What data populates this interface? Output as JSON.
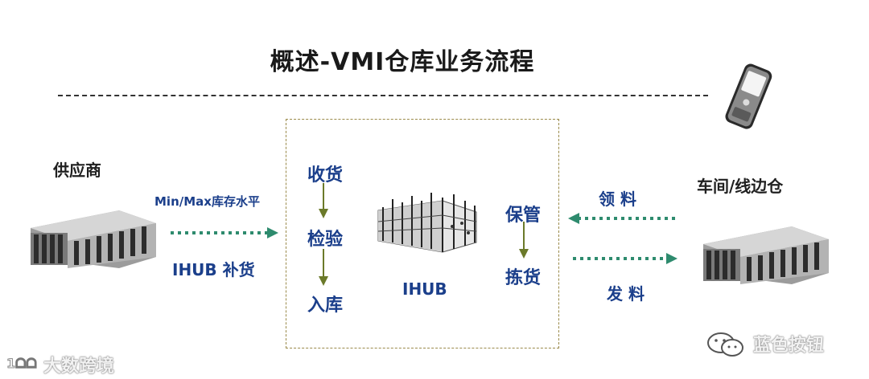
{
  "title": "概述-VMI仓库业务流程",
  "supplier": {
    "label": "供应商",
    "arrow_top_label": "Min/Max库存水平",
    "arrow_bottom_label": "IHUB 补货"
  },
  "warehouse": {
    "receive": "收货",
    "inspect": "检验",
    "stock_in": "入库",
    "hub": "IHUB",
    "keep": "保管",
    "pick": "拣货"
  },
  "workshop": {
    "label": "车间/线边仓",
    "request": "领 料",
    "issue": "发 料"
  },
  "watermarks": {
    "left": "大数跨境",
    "right": "蓝色按钮"
  },
  "colors": {
    "label_blue": "#1b3f8b",
    "arrow_green": "#2e8b6e",
    "flow_olive": "#6b7a2a",
    "box_border": "#9a8a4a"
  }
}
